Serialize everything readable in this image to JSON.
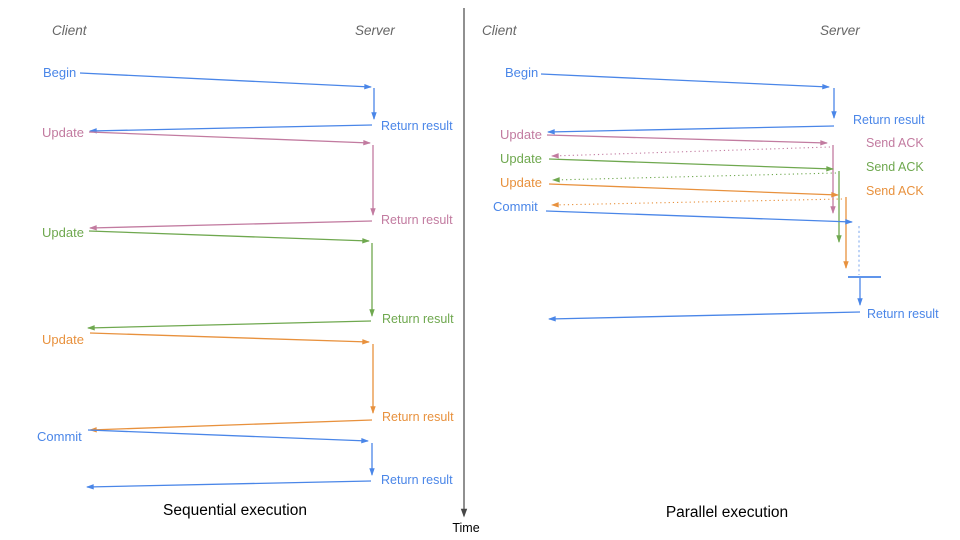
{
  "colors": {
    "blue": "#4a86e8",
    "pink": "#c27ba0",
    "green": "#6fa84f",
    "orange": "#e8913d",
    "axis": "#474747",
    "header": "#666666",
    "title": "#000000"
  },
  "time_axis": {
    "label": "Time"
  },
  "panels": {
    "sequential": {
      "client_header": "Client",
      "server_header": "Server",
      "title": "Sequential execution",
      "messages": [
        {
          "label": "Begin",
          "color": "blue",
          "response": "Return result"
        },
        {
          "label": "Update",
          "color": "pink",
          "response": "Return result"
        },
        {
          "label": "Update",
          "color": "green",
          "response": "Return result"
        },
        {
          "label": "Update",
          "color": "orange",
          "response": "Return result"
        },
        {
          "label": "Commit",
          "color": "blue",
          "response": "Return result"
        }
      ]
    },
    "parallel": {
      "client_header": "Client",
      "server_header": "Server",
      "title": "Parallel execution",
      "messages": [
        {
          "label": "Begin",
          "color": "blue",
          "response": "Return result"
        },
        {
          "label": "Update",
          "color": "pink",
          "response": "Send ACK"
        },
        {
          "label": "Update",
          "color": "green",
          "response": "Send ACK"
        },
        {
          "label": "Update",
          "color": "orange",
          "response": "Send ACK"
        },
        {
          "label": "Commit",
          "color": "blue",
          "response": "Return result"
        }
      ]
    }
  }
}
